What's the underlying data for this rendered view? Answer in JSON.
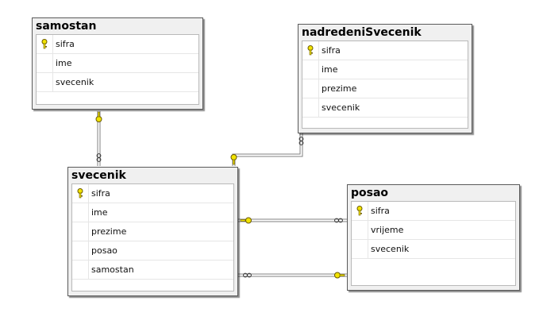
{
  "tables": {
    "samostan": {
      "title": "samostan",
      "columns": [
        "sifra",
        "ime",
        "svecenik"
      ],
      "key_icon": "key-icon"
    },
    "nadredeni": {
      "title": "nadredeniSvecenik",
      "columns": [
        "sifra",
        "ime",
        "prezime",
        "svecenik"
      ],
      "key_icon": "key-icon"
    },
    "svecenik": {
      "title": "svecenik",
      "columns": [
        "sifra",
        "ime",
        "prezime",
        "posao",
        "samostan"
      ],
      "key_icon": "key-icon"
    },
    "posao": {
      "title": "posao",
      "columns": [
        "sifra",
        "vrijeme",
        "svecenik"
      ],
      "key_icon": "key-icon"
    }
  },
  "relationships": [
    {
      "from": "samostan",
      "to": "svecenik",
      "one_end": "samostan",
      "many_end": "svecenik"
    },
    {
      "from": "nadredeniSvecenik",
      "to": "svecenik",
      "one_end": "svecenik",
      "many_end": "nadredeniSvecenik"
    },
    {
      "from": "posao",
      "to": "svecenik",
      "one_end": "svecenik",
      "many_end": "posao"
    },
    {
      "from": "svecenik",
      "to": "posao",
      "one_end": "posao",
      "many_end": "svecenik"
    }
  ],
  "colors": {
    "key_fill": "#f2e400",
    "key_stroke": "#6b5a00",
    "line": "#7a7a7a",
    "header_bg": "#f0f0f0"
  }
}
